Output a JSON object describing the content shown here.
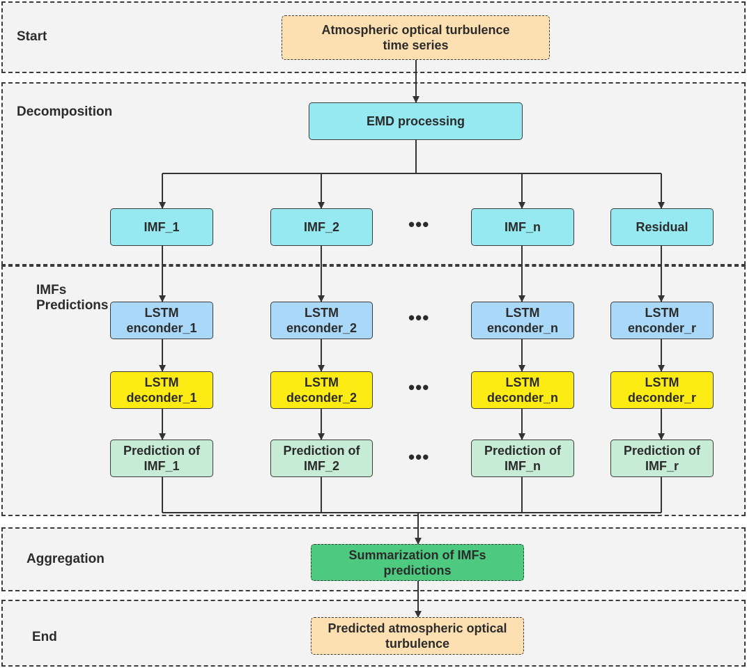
{
  "sections": {
    "start": "Start",
    "decomposition": "Decomposition",
    "imfs_predictions": "IMFs\nPredictions",
    "aggregation": "Aggregation",
    "end": "End"
  },
  "nodes": {
    "input": "Atmospheric optical turbulence\ntime series",
    "emd": "EMD processing",
    "imf_1": "IMF_1",
    "imf_2": "IMF_2",
    "imf_n": "IMF_n",
    "residual": "Residual",
    "enc_1": "LSTM\nenconder_1",
    "enc_2": "LSTM\nenconder_2",
    "enc_n": "LSTM\nenconder_n",
    "enc_r": "LSTM\nenconder_r",
    "dec_1": "LSTM\ndeconder_1",
    "dec_2": "LSTM\ndeconder_2",
    "dec_n": "LSTM\ndeconder_n",
    "dec_r": "LSTM\ndeconder_r",
    "pred_1": "Prediction of\nIMF_1",
    "pred_2": "Prediction of\nIMF_2",
    "pred_n": "Prediction of\nIMF_n",
    "pred_r": "Prediction of\nIMF_r",
    "summary": "Summarization of IMFs\npredictions",
    "output": "Predicted atmospheric optical\nturbulence"
  },
  "ellipsis": "•••",
  "colors": {
    "emd_imf": "#96e9f0",
    "encoder": "#aad8f8",
    "decoder": "#fdec14",
    "prediction": "#c7ecd6",
    "aggregation": "#4dca80",
    "io": "#fde0b2",
    "section_bg": "#f3f3f3"
  }
}
